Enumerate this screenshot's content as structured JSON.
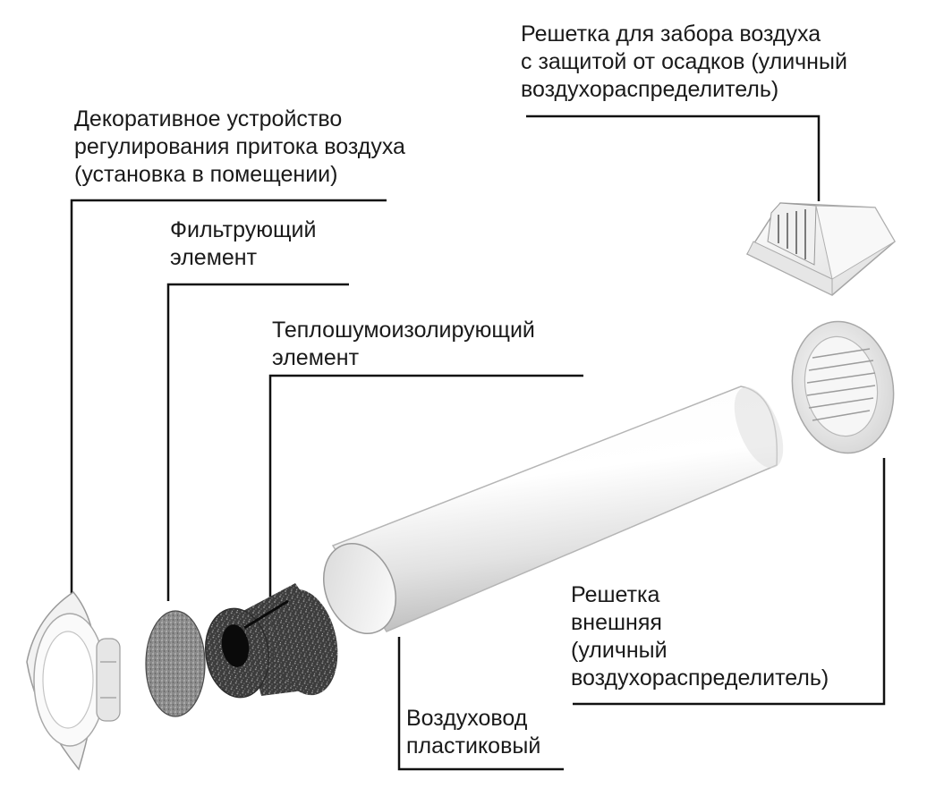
{
  "labels": {
    "outdoor_intake": {
      "lines": [
        "Решетка для забора воздуха",
        "с защитой от осадков (уличный",
        "воздухораспределитель)"
      ]
    },
    "decorative_device": {
      "lines": [
        "Декоративное устройство",
        "регулирования притока воздуха",
        "(установка в помещении)"
      ]
    },
    "filter_element": {
      "lines": [
        "Фильтрующий",
        "элемент"
      ]
    },
    "insulation_element": {
      "lines": [
        "Теплошумоизолирующий",
        "элемент"
      ]
    },
    "external_grille": {
      "lines": [
        "Решетка",
        "внешняя",
        "(уличный",
        "воздухораспределитель)"
      ]
    },
    "plastic_duct": {
      "lines": [
        "Воздуховод",
        "пластиковый"
      ]
    }
  },
  "colors": {
    "text": "#1a1a1a",
    "leader": "#111111",
    "part_white": "#f4f4f4",
    "foam_dark": "#3a3a3a",
    "filter_gray": "#8a8a8a"
  }
}
